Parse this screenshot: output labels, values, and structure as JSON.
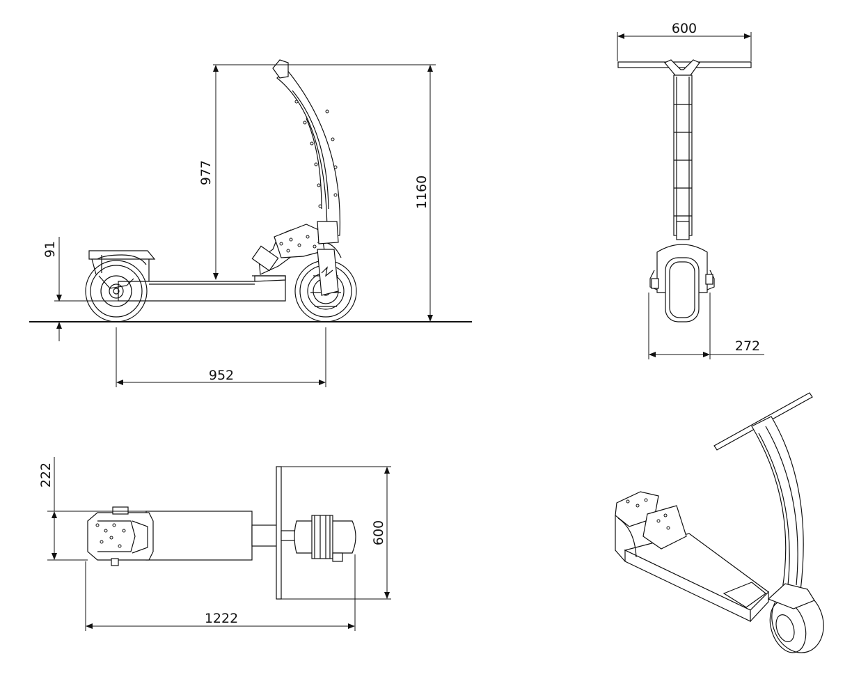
{
  "drawing": {
    "side_view": {
      "wheelbase": "952",
      "deck_clearance": "91",
      "deck_to_handle": "977",
      "overall_height": "1160"
    },
    "front_view": {
      "handlebar_width": "600",
      "wheel_width": "272"
    },
    "top_view": {
      "overall_length": "1222",
      "deck_width": "222",
      "handlebar_span": "600"
    },
    "colors": {
      "line": "#111111",
      "background": "#ffffff"
    }
  }
}
